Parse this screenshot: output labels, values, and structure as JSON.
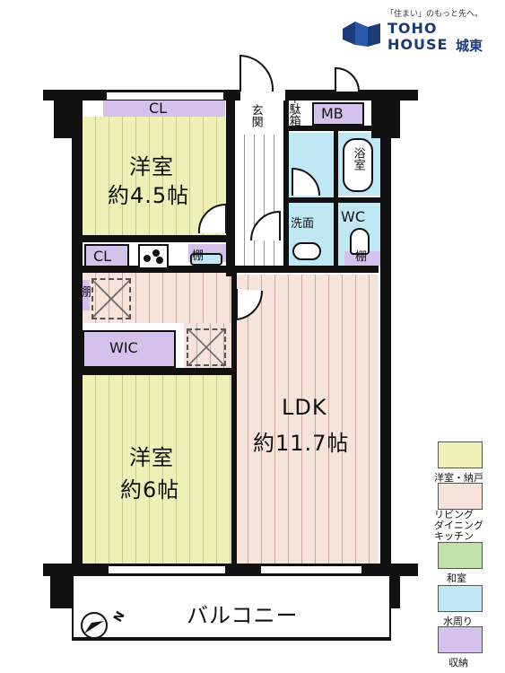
{
  "logo": {
    "tagline": "「住まい」のもっと先へ。",
    "line1": "TOHO",
    "line2": "HOUSE",
    "branch": "城東",
    "color": "#1a3a7a"
  },
  "rooms": {
    "western_top": {
      "name": "洋室",
      "size": "約4.5帖"
    },
    "western_bottom": {
      "name": "洋室",
      "size": "約6帖"
    },
    "ldk": {
      "name": "LDK",
      "size": "約11.7帖"
    },
    "wic": "WIC",
    "cl_top": "CL",
    "cl_mid": "CL",
    "mb": "MB",
    "entrance": "玄関",
    "shoe_box": "下駄箱",
    "bath": "浴室",
    "washroom": "洗面",
    "wc": "WC",
    "shelf_kitchen": "棚",
    "shelf_left": "棚",
    "shelf_wc": "棚",
    "balcony": "バルコニー"
  },
  "compass": {
    "north_label": "N"
  },
  "legend": [
    {
      "label": "洋室・納戸",
      "color": "#eef0b8"
    },
    {
      "label": "リビング\nダイニング\nキッチン",
      "color": "#f6e4da"
    },
    {
      "label": "和室",
      "color": "#bfe3a8"
    },
    {
      "label": "水周り",
      "color": "#bfe7f4"
    },
    {
      "label": "収納",
      "color": "#d4c2ec"
    }
  ]
}
